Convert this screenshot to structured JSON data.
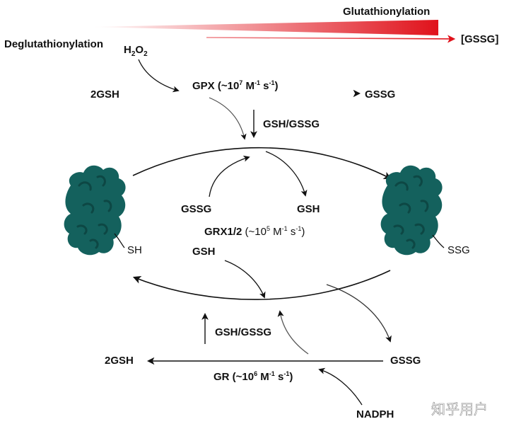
{
  "gradient": {
    "glutathionylation": "Glutathionylation",
    "deglutathionylation": "Deglutathionylation",
    "gssg_level": "[GSSG]",
    "colors": {
      "bar": "#e0121b",
      "arrow": "#e0121b"
    }
  },
  "gpx_reaction": {
    "h2o2": {
      "base": "H",
      "sub1": "2",
      "mid": "O",
      "sub2": "2"
    },
    "substrate": "2GSH",
    "product": "GSSG",
    "enzyme": {
      "name": "GPX (~10",
      "exp": "7",
      "unit": " M",
      "unit_exp": "-1",
      "unit2": " s",
      "unit2_exp": "-1",
      "close": ")"
    },
    "exchange": "GSH/GSSG"
  },
  "grx_cycle": {
    "protein_left_label": "SH",
    "protein_right_label": "SSG",
    "gssg_in": "GSSG",
    "gsh_out": "GSH",
    "enzyme": {
      "name": "GRX1/2",
      "rate": " (~10",
      "exp": "5",
      "unit": " M",
      "unit_exp": "-1",
      "unit2": " s",
      "unit2_exp": "-1",
      "close": ")"
    },
    "gsh_in": "GSH",
    "colors": {
      "protein": "#14615d",
      "protein_dark": "#0d4744"
    }
  },
  "gr_reaction": {
    "exchange": "GSH/GSSG",
    "substrate": "GSSG",
    "product": "2GSH",
    "enzyme": {
      "name": "GR (~10",
      "exp": "6",
      "unit": " M",
      "unit_exp": "-1",
      "unit2": " s",
      "unit2_exp": "-1",
      "close": ")"
    },
    "cofactor": "NADPH"
  },
  "watermark": "知乎用户"
}
